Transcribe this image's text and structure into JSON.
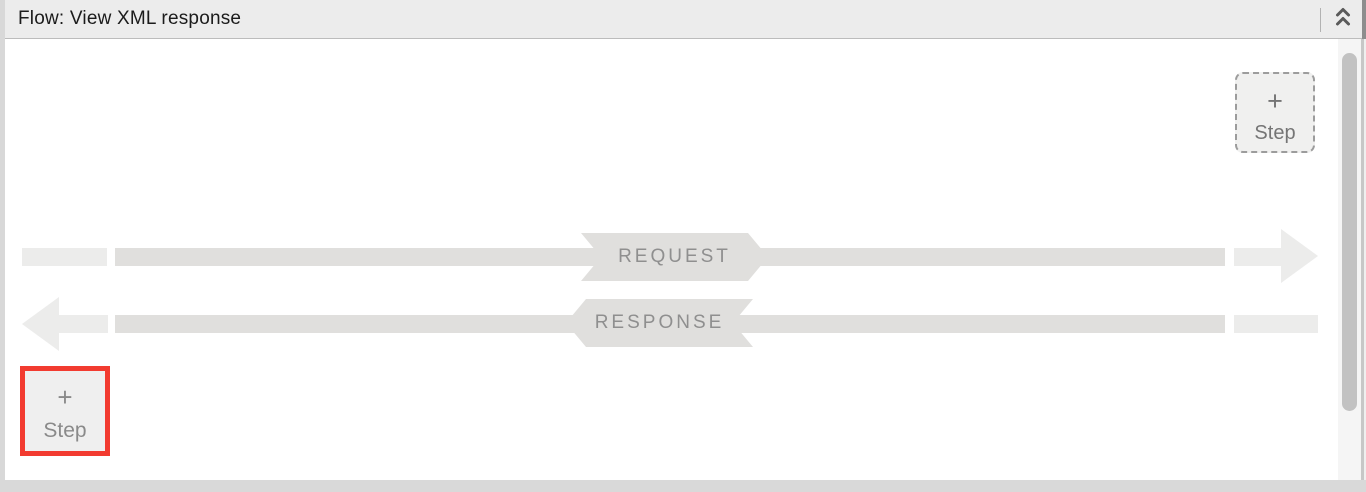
{
  "header": {
    "title": "Flow: View XML response"
  },
  "flow": {
    "request_label": "REQUEST",
    "response_label": "RESPONSE"
  },
  "step_button": {
    "plus": "+",
    "label": "Step"
  },
  "highlight": {
    "target": "bottom-left-step-button",
    "color": "#f23b30"
  },
  "colors": {
    "header_bg": "#ececec",
    "canvas_bg": "#ffffff",
    "banner_fill": "#e0dfdd",
    "bar_fill": "#e0dfdd",
    "light_segment_fill": "#ececeb",
    "scroll_thumb": "#c2c2c2",
    "step_button_bg": "#f0f0ef",
    "step_button_border": "#9c9c9c",
    "highlight_red": "#f23b30"
  }
}
